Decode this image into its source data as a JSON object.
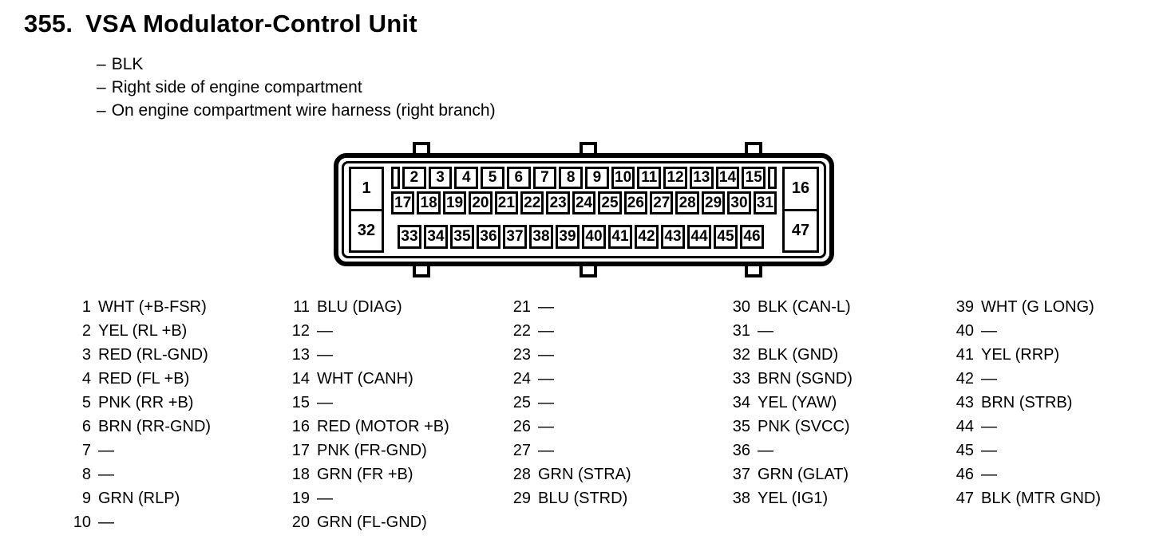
{
  "page": {
    "title_number": "355.",
    "title": "VSA Modulator-Control Unit",
    "bullet_prefix": "–",
    "bullets": [
      "BLK",
      "Right side of engine compartment",
      "On engine compartment wire harness (right branch)"
    ]
  },
  "connector": {
    "left_pins": [
      "1",
      "32"
    ],
    "right_pins": [
      "16",
      "47"
    ],
    "row1": [
      "2",
      "3",
      "4",
      "5",
      "6",
      "7",
      "8",
      "9",
      "10",
      "11",
      "12",
      "13",
      "14",
      "15"
    ],
    "row2": [
      "17",
      "18",
      "19",
      "20",
      "21",
      "22",
      "23",
      "24",
      "25",
      "26",
      "27",
      "28",
      "29",
      "30",
      "31"
    ],
    "row3": [
      "33",
      "34",
      "35",
      "36",
      "37",
      "38",
      "39",
      "40",
      "41",
      "42",
      "43",
      "44",
      "45",
      "46"
    ]
  },
  "pin_table": {
    "empty_marker": "—",
    "columns": [
      {
        "rows": [
          {
            "pin": "1",
            "desc": "WHT (+B-FSR)"
          },
          {
            "pin": "2",
            "desc": "YEL (RL +B)"
          },
          {
            "pin": "3",
            "desc": "RED (RL-GND)"
          },
          {
            "pin": "4",
            "desc": "RED (FL +B)"
          },
          {
            "pin": "5",
            "desc": "PNK (RR +B)"
          },
          {
            "pin": "6",
            "desc": "BRN (RR-GND)"
          },
          {
            "pin": "7",
            "desc": "—"
          },
          {
            "pin": "8",
            "desc": "—"
          },
          {
            "pin": "9",
            "desc": "GRN (RLP)"
          },
          {
            "pin": "10",
            "desc": "—"
          }
        ]
      },
      {
        "rows": [
          {
            "pin": "11",
            "desc": "BLU (DIAG)"
          },
          {
            "pin": "12",
            "desc": "—"
          },
          {
            "pin": "13",
            "desc": "—"
          },
          {
            "pin": "14",
            "desc": "WHT (CANH)"
          },
          {
            "pin": "15",
            "desc": "—"
          },
          {
            "pin": "16",
            "desc": "RED (MOTOR +B)"
          },
          {
            "pin": "17",
            "desc": "PNK (FR-GND)"
          },
          {
            "pin": "18",
            "desc": "GRN (FR +B)"
          },
          {
            "pin": "19",
            "desc": "—"
          },
          {
            "pin": "20",
            "desc": "GRN (FL-GND)"
          }
        ]
      },
      {
        "rows": [
          {
            "pin": "21",
            "desc": "—"
          },
          {
            "pin": "22",
            "desc": "—"
          },
          {
            "pin": "23",
            "desc": "—"
          },
          {
            "pin": "24",
            "desc": "—"
          },
          {
            "pin": "25",
            "desc": "—"
          },
          {
            "pin": "26",
            "desc": "—"
          },
          {
            "pin": "27",
            "desc": "—"
          },
          {
            "pin": "28",
            "desc": "GRN (STRA)"
          },
          {
            "pin": "29",
            "desc": "BLU (STRD)"
          }
        ]
      },
      {
        "rows": [
          {
            "pin": "30",
            "desc": "BLK (CAN-L)"
          },
          {
            "pin": "31",
            "desc": "—"
          },
          {
            "pin": "32",
            "desc": "BLK (GND)"
          },
          {
            "pin": "33",
            "desc": "BRN (SGND)"
          },
          {
            "pin": "34",
            "desc": "YEL (YAW)"
          },
          {
            "pin": "35",
            "desc": "PNK (SVCC)"
          },
          {
            "pin": "36",
            "desc": "—"
          },
          {
            "pin": "37",
            "desc": "GRN (GLAT)"
          },
          {
            "pin": "38",
            "desc": "YEL (IG1)"
          }
        ]
      },
      {
        "rows": [
          {
            "pin": "39",
            "desc": "WHT (G LONG)"
          },
          {
            "pin": "40",
            "desc": "—"
          },
          {
            "pin": "41",
            "desc": "YEL (RRP)"
          },
          {
            "pin": "42",
            "desc": "—"
          },
          {
            "pin": "43",
            "desc": "BRN (STRB)"
          },
          {
            "pin": "44",
            "desc": "—"
          },
          {
            "pin": "45",
            "desc": "—"
          },
          {
            "pin": "46",
            "desc": "—"
          },
          {
            "pin": "47",
            "desc": "BLK (MTR GND)"
          }
        ]
      }
    ]
  }
}
